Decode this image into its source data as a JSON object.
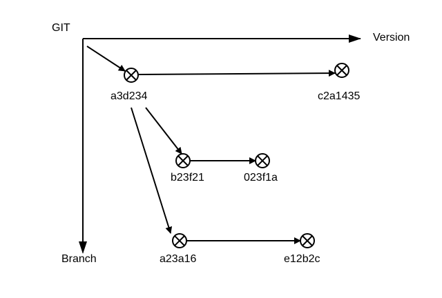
{
  "diagram": {
    "title": "GIT",
    "axes": {
      "version_label": "Version",
      "branch_label": "Branch"
    },
    "commits": [
      {
        "id": "a3d234",
        "label": "a3d234"
      },
      {
        "id": "c2a1435",
        "label": "c2a1435"
      },
      {
        "id": "b23f21",
        "label": "b23f21"
      },
      {
        "id": "023f1a",
        "label": "023f1a"
      },
      {
        "id": "a23a16",
        "label": "a23a16"
      },
      {
        "id": "e12b2c",
        "label": "e12b2c"
      }
    ],
    "edges": [
      {
        "from": "origin",
        "to": "a3d234"
      },
      {
        "from": "a3d234",
        "to": "c2a1435"
      },
      {
        "from": "a3d234",
        "to": "b23f21"
      },
      {
        "from": "b23f21",
        "to": "023f1a"
      },
      {
        "from": "a3d234",
        "to": "a23a16"
      },
      {
        "from": "a23a16",
        "to": "e12b2c"
      }
    ],
    "colors": {
      "line": "#000000",
      "background": "#ffffff"
    }
  }
}
